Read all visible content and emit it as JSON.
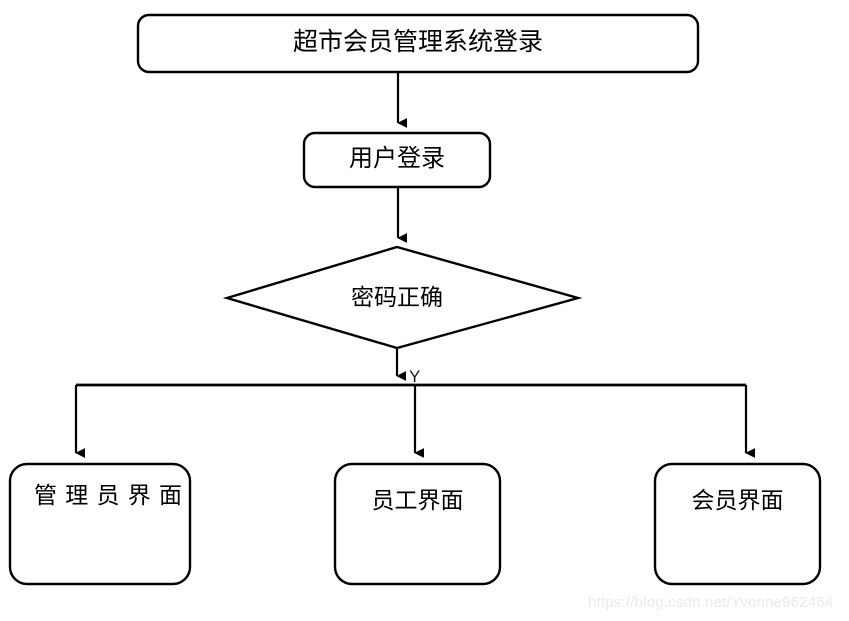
{
  "diagram": {
    "type": "flowchart",
    "orientation": "top-down",
    "nodes": {
      "title": {
        "label": "超市会员管理系统登录",
        "shape": "rounded-rectangle",
        "role": "terminator"
      },
      "login": {
        "label": "用户登录",
        "shape": "rounded-rectangle",
        "role": "process"
      },
      "decision": {
        "label": "密码正确",
        "shape": "diamond",
        "role": "decision"
      },
      "admin": {
        "label": "管理员界面",
        "shape": "rounded-rectangle",
        "role": "terminator"
      },
      "staff": {
        "label": "员工界面",
        "shape": "rounded-rectangle",
        "role": "terminator"
      },
      "member": {
        "label": "会员界面",
        "shape": "rounded-rectangle",
        "role": "terminator"
      }
    },
    "edges": [
      {
        "from": "title",
        "to": "login",
        "label": ""
      },
      {
        "from": "login",
        "to": "decision",
        "label": ""
      },
      {
        "from": "decision",
        "to": "admin",
        "label": "Y"
      },
      {
        "from": "decision",
        "to": "staff",
        "label": "Y"
      },
      {
        "from": "decision",
        "to": "member",
        "label": "Y"
      }
    ],
    "branch_flag": "Y",
    "colors": {
      "stroke": "#000000",
      "fill": "#ffffff",
      "text": "#000000",
      "watermark": "#ebebeb"
    }
  },
  "watermark": {
    "text": "https://blog.csdn.net/Yvonne962464"
  }
}
